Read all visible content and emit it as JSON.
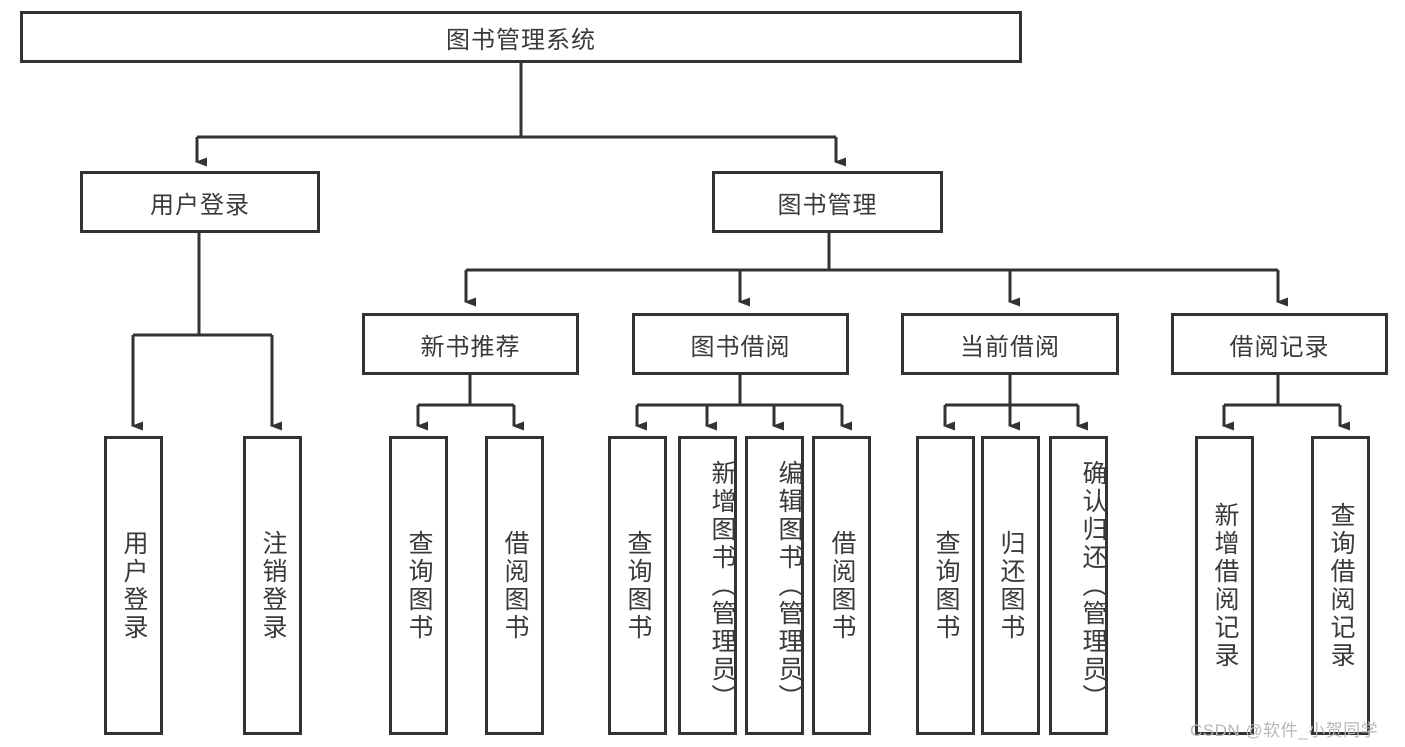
{
  "diagram": {
    "title": "图书管理系统",
    "type": "tree-hierarchy-diagram",
    "colors": {
      "stroke": "#333333",
      "text": "#3a3a3a",
      "background": "#ffffff",
      "watermark": "#b8b8b8"
    },
    "root": {
      "id": "root",
      "label": "图书管理系统"
    },
    "level2": [
      {
        "id": "user-login",
        "label": "用户登录"
      },
      {
        "id": "book-management",
        "label": "图书管理"
      }
    ],
    "level3": [
      {
        "id": "new-book-recommend",
        "label": "新书推荐",
        "parent": "book-management"
      },
      {
        "id": "book-borrow",
        "label": "图书借阅",
        "parent": "book-management"
      },
      {
        "id": "current-borrow",
        "label": "当前借阅",
        "parent": "book-management"
      },
      {
        "id": "borrow-record",
        "label": "借阅记录",
        "parent": "book-management"
      }
    ],
    "leaves": [
      {
        "id": "leaf-user-login",
        "label": "用户登录",
        "parent": "user-login"
      },
      {
        "id": "leaf-user-logout",
        "label": "注销登录",
        "parent": "user-login"
      },
      {
        "id": "leaf-query-book-1",
        "label": "查询图书",
        "parent": "new-book-recommend"
      },
      {
        "id": "leaf-borrow-book-1",
        "label": "借阅图书",
        "parent": "new-book-recommend"
      },
      {
        "id": "leaf-query-book-2",
        "label": "查询图书",
        "parent": "book-borrow"
      },
      {
        "id": "leaf-add-book",
        "label": "新增图书（管理员）",
        "parent": "book-borrow"
      },
      {
        "id": "leaf-edit-book",
        "label": "编辑图书（管理员）",
        "parent": "book-borrow"
      },
      {
        "id": "leaf-borrow-book-2",
        "label": "借阅图书",
        "parent": "book-borrow"
      },
      {
        "id": "leaf-query-book-3",
        "label": "查询图书",
        "parent": "current-borrow"
      },
      {
        "id": "leaf-return-book",
        "label": "归还图书",
        "parent": "current-borrow"
      },
      {
        "id": "leaf-confirm-return",
        "label": "确认归还（管理员）",
        "parent": "current-borrow"
      },
      {
        "id": "leaf-add-record",
        "label": "新增借阅记录",
        "parent": "borrow-record"
      },
      {
        "id": "leaf-query-record",
        "label": "查询借阅记录",
        "parent": "borrow-record"
      }
    ],
    "watermark": "CSDN @软件_小贺同学"
  }
}
